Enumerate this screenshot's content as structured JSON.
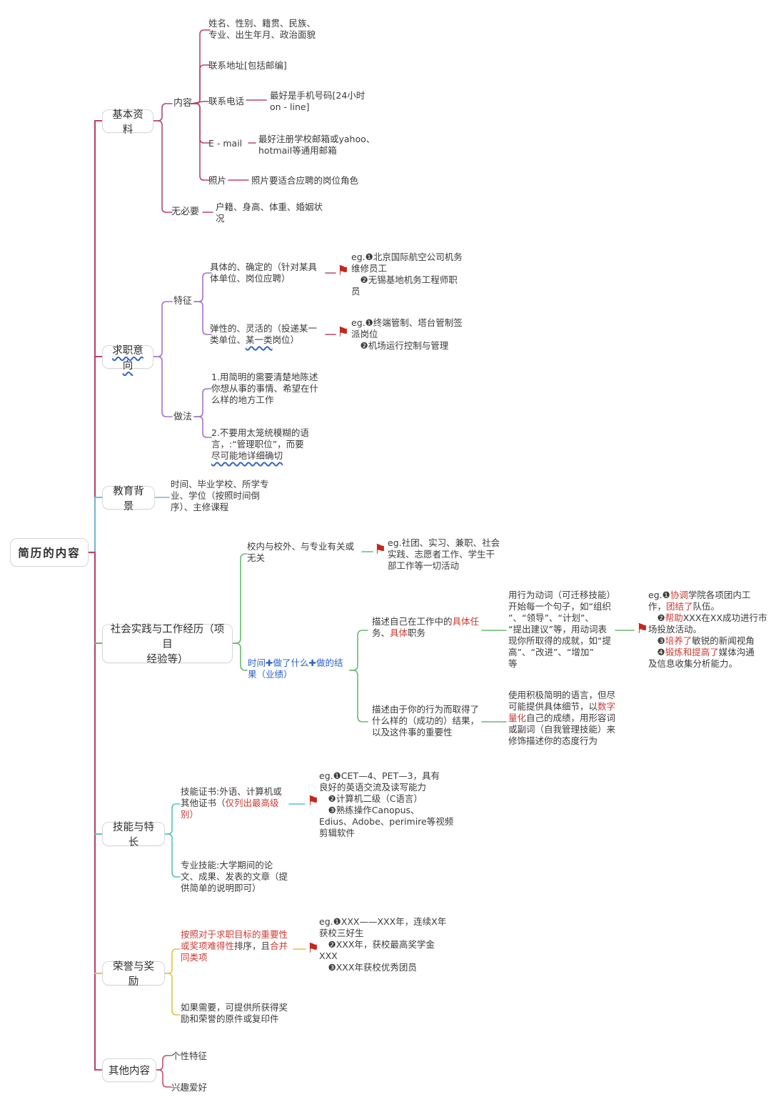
{
  "title": "简历的内容思维导图",
  "colors": {
    "crimson": "#b5476b",
    "purple": "#a273c9",
    "blue_branch": "#76b6d8",
    "green": "#69b86b",
    "teal": "#56c2c4",
    "yellow": "#dfc14d",
    "pink": "#c0506e",
    "red_text": "#cc3b33",
    "blue_text": "#2f62c4",
    "flag_red": "#c5271c"
  },
  "icons": {
    "flag": "⚑",
    "plus": "✚"
  },
  "root": {
    "label": "简历的内容"
  },
  "branches": {
    "basic": {
      "label": "基本资料",
      "content": {
        "label": "内容",
        "identity": "姓名、性别、籍贯、民族、\n专业、出生年月、政治面貌",
        "address": "联系地址[包括邮编]",
        "phone": {
          "label": "联系电话",
          "note": "最好是手机号码[24小时\non - line]"
        },
        "email": {
          "label": "E - mail",
          "note": "最好注册学校邮箱或yahoo、\nhotmail等通用邮箱"
        },
        "photo": {
          "label": "照片",
          "note": "照片要适合应聘的岗位角色"
        }
      },
      "unnecessary": {
        "label": "无必要",
        "note": "户籍、身高、体重、婚姻状\n况"
      }
    },
    "intention": {
      "label": "求职意向",
      "features": {
        "label": "特征",
        "specific": "具体的、确定的（针对某具\n体单位、岗位应聘）",
        "specific_eg": "eg.❶北京国际航空公司机务\n维修员工\n　❷无锡基地机务工程师职\n员",
        "flexible": [
          {
            "t": "弹性的、灵活的（投递某一\n类单位、"
          },
          {
            "t": "某一类",
            "c": "wavy"
          },
          {
            "t": "岗位）"
          }
        ],
        "flexible_eg": "eg.❶终端管制、塔台管制签\n派岗位\n　❷机场运行控制与管理"
      },
      "methods": {
        "label": "做法",
        "m1": "1.用简明的需要清楚地陈述\n你想从事的事情、希望在什\n么样的地方工作",
        "m2": [
          {
            "t": "2.不要用太笼统模糊的语\n言，:“管理职位”，而要\n"
          },
          {
            "t": "尽可能地详细确切",
            "c": "wavy"
          }
        ]
      }
    },
    "education": {
      "label": "教育背景",
      "note": "时间、毕业学校、所学专\n业、学位（按照时间倒\n序）、主修课程"
    },
    "social": {
      "label": "社会实践与工作经历（项目\n经验等）",
      "scope": "校内与校外、与专业有关或\n无关",
      "scope_eg": "eg.社团、实习、兼职、社会\n实践、志愿者工作、学生干\n部工作等一切活动",
      "formula": [
        {
          "t": "时间"
        },
        {
          "t": "✚",
          "c": "plus"
        },
        {
          "t": "做了什么"
        },
        {
          "t": "✚",
          "c": "plus"
        },
        {
          "t": "做的结\n果（业绩）"
        }
      ],
      "task": [
        {
          "t": "描述自己在工作中的"
        },
        {
          "t": "具体任",
          "c": "red"
        },
        {
          "t": "\n务、"
        },
        {
          "t": "具体",
          "c": "red"
        },
        {
          "t": "职务"
        }
      ],
      "task_verbs": "用行为动词（可迁移技能）\n开始每一个句子，如“组织\n”、“领导”、“计划”、\n“提出建议”等，用动词表\n现你所取得的成就，如“提\n高”、“改进”、“增加”\n等",
      "task_eg": [
        {
          "t": "eg.❶"
        },
        {
          "t": "协调",
          "c": "red"
        },
        {
          "t": "学院各项团内工\n作，"
        },
        {
          "t": "团结了",
          "c": "red"
        },
        {
          "t": "队伍。\n　❷"
        },
        {
          "t": "帮助",
          "c": "red"
        },
        {
          "t": "XXX在XX成功进行市\n场投放活动。\n　❸"
        },
        {
          "t": "培养了",
          "c": "red"
        },
        {
          "t": "敏锐的新闻视角\n　❹"
        },
        {
          "t": "锻炼和提高了",
          "c": "red"
        },
        {
          "t": "媒体沟通\n及信息收集分析能力。"
        }
      ],
      "result": "描述由于你的行为而取得了\n什么样的（成功的）结果，\n以及这件事的重要性",
      "result_tip": [
        {
          "t": "使用积极简明的语言，但尽\n可能提供具体细节，以"
        },
        {
          "t": "数字\n量化",
          "c": "red"
        },
        {
          "t": "自己的成绩，用形容词\n或副词（自我管理技能）来\n修饰描述你的态度行为"
        }
      ]
    },
    "skills": {
      "label": "技能与特长",
      "cert": [
        {
          "t": "技能证书:外语、计算机或\n其他证书（"
        },
        {
          "t": "仅列出最高级\n别）",
          "c": "red"
        }
      ],
      "cert_eg": "eg.❶CET—4、PET—3，具有\n良好的英语交流及读写能力\n　❷计算机二级（C语言）\n　❸熟练操作Canopus、\nEdius、Adobe、perimire等视频\n剪辑软件",
      "pro": "专业技能:大学期间的论\n文、成果、发表的文章（提\n供简单的说明即可）"
    },
    "honors": {
      "label": "荣誉与奖励",
      "sort": [
        {
          "t": "按照对于求职目标的重要性\n或奖项难得性",
          "c": "red"
        },
        {
          "t": "排序，且"
        },
        {
          "t": "合并\n同类项",
          "c": "red"
        }
      ],
      "sort_eg": "eg.❶XXX——XXX年，连续X年\n获校三好生\n　❷XXX年，获校最高奖学金\nXXX\n　❸XXX年获校优秀团员",
      "copy": "如果需要，可提供所获得奖\n励和荣誉的原件或复印件"
    },
    "other": {
      "label": "其他内容",
      "personality": "个性特征",
      "hobby": "兴趣爱好"
    }
  }
}
